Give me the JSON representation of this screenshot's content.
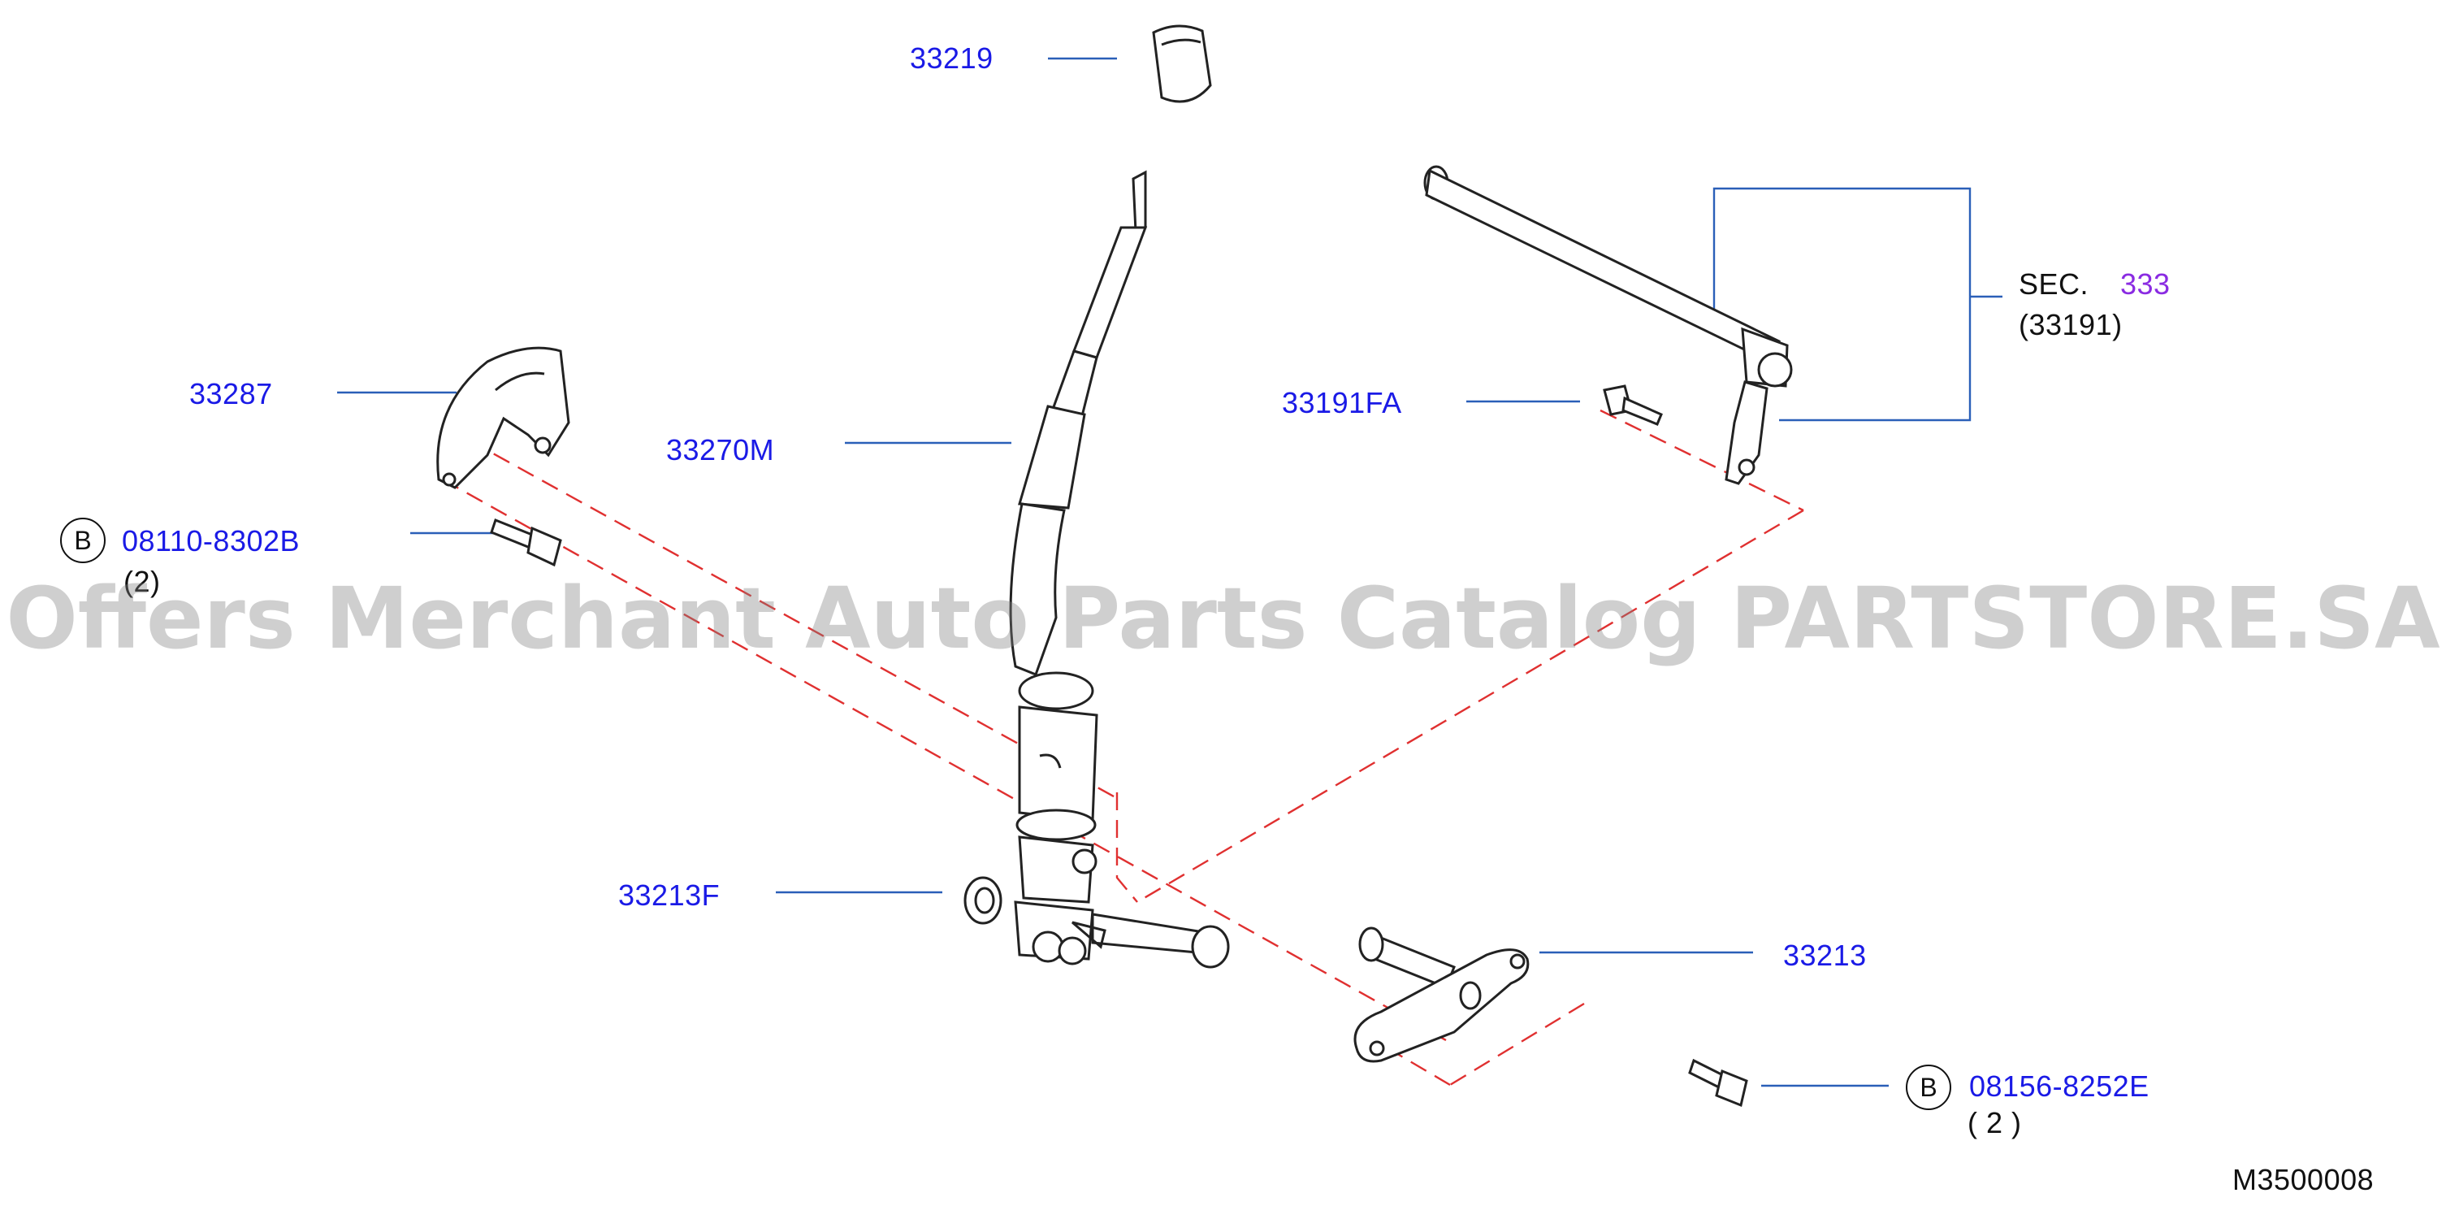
{
  "diagram": {
    "parts": [
      {
        "number": "33219"
      },
      {
        "number": "33287"
      },
      {
        "number": "33270M"
      },
      {
        "number": "33191FA"
      },
      {
        "number": "33213F"
      },
      {
        "number": "33213"
      }
    ],
    "bolts": [
      {
        "badge": "B",
        "number": "08110-8302B",
        "qty": "(2)"
      },
      {
        "badge": "B",
        "number": "08156-8252E",
        "qty": "(  2  )"
      }
    ],
    "section_ref": {
      "prefix": "SEC.",
      "number": "333",
      "sub": "(33191)"
    },
    "drawing_code": "M3500008",
    "colors": {
      "part_link": "#1a1ae6",
      "section_link": "#8a2be2",
      "leader": "#2a5fb8",
      "dash": "#e03030"
    },
    "watermark": "Offers Merchant Auto Parts Catalog PARTSTORE.SA"
  }
}
